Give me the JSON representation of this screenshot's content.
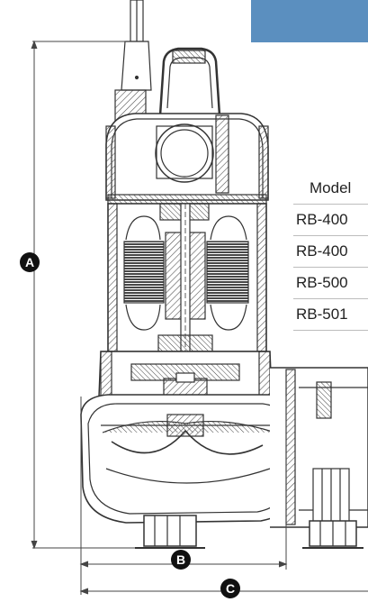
{
  "table": {
    "header": "Model",
    "rows": [
      "RB-400",
      "RB-400",
      "RB-500",
      "RB-501"
    ]
  },
  "dimensions": {
    "height_label": "A",
    "width_label": "B",
    "overall_width_label": "C"
  },
  "colors": {
    "banner": "#5b8fbf",
    "line": "#333333",
    "badge": "#111111"
  }
}
